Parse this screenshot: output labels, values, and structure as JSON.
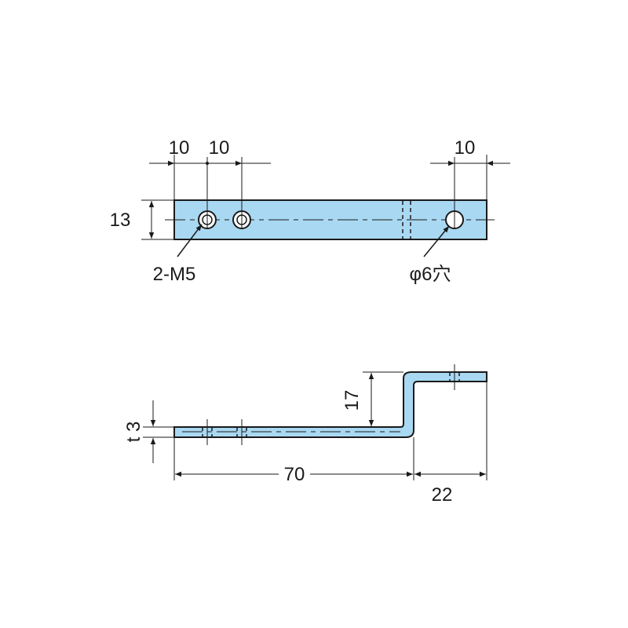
{
  "plan_view": {
    "dim_top_left_1": "10",
    "dim_top_left_2": "10",
    "dim_top_right": "10",
    "dim_height": "13",
    "label_tapped_holes": "2-M5",
    "label_through_hole": "φ6穴"
  },
  "side_view": {
    "dim_step_height": "17",
    "dim_thickness": "t 3",
    "dim_length_long": "70",
    "dim_length_short": "22"
  },
  "colors": {
    "part_fill": "#a9d8f2",
    "line": "#1a1a1a"
  }
}
